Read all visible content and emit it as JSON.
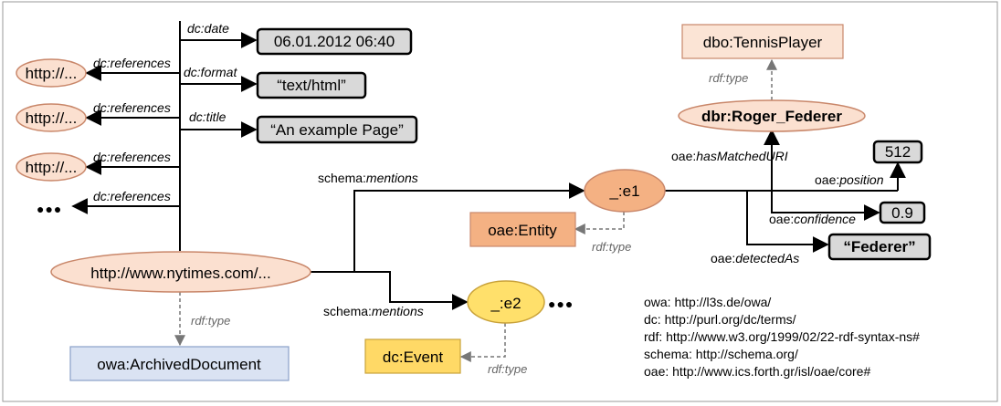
{
  "nodes": {
    "nytimes": "http://www.nytimes.com/...",
    "archived_document": "owa:ArchivedDocument",
    "ref1": "http://...",
    "ref2": "http://...",
    "ref3": "http://...",
    "more_refs": "●●●",
    "e1": "_:e1",
    "oae_entity": "oae:Entity",
    "e2": "_:e2",
    "more_e2": "●●●",
    "dc_event": "dc:Event",
    "roger": "dbr:Roger_Federer",
    "tennis_player": "dbo:TennisPlayer"
  },
  "literals": {
    "date": "06.01.2012 06:40",
    "format": "“text/html”",
    "title": "“An example Page”",
    "position": "512",
    "confidence": "0.9",
    "detected": "“Federer”"
  },
  "edges": {
    "date": "dc:date",
    "format": "dc:format",
    "title": "dc:title",
    "references1": "dc:references",
    "references2": "dc:references",
    "references3": "dc:references",
    "references4": "dc:references",
    "nytimes_type": "rdf:type",
    "mentions1_prefix": "schema:",
    "mentions1_local": "mentions",
    "mentions2_prefix": "schema:",
    "mentions2_local": "mentions",
    "e1_type": "rdf:type",
    "e2_type": "rdf:type",
    "roger_type": "rdf:type",
    "matched_prefix": "oae:",
    "matched_local": "hasMatchedURI",
    "position_prefix": "oae:",
    "position_local": "position",
    "confidence_prefix": "oae:",
    "confidence_local": "confidence",
    "detected_prefix": "oae:",
    "detected_local": "detectedAs"
  },
  "namespaces": [
    "owa: http://l3s.de/owa/",
    "dc: http://purl.org/dc/terms/",
    "rdf: http://www.w3.org/1999/02/22-rdf-syntax-ns#",
    "schema: http://schema.org/",
    "oae: http://www.ics.forth.gr/isl/oae/core#"
  ],
  "colors": {
    "ellipse_salmon": "#fbe0d0",
    "ellipse_orange": "#f4b183",
    "ellipse_yellow": "#ffe06b",
    "box_salmon": "#f4b183",
    "box_yellow": "#ffd966",
    "box_blue": "#dae3f3",
    "box_peach": "#fbe4d5",
    "literal_gray": "#d9d9d9"
  }
}
